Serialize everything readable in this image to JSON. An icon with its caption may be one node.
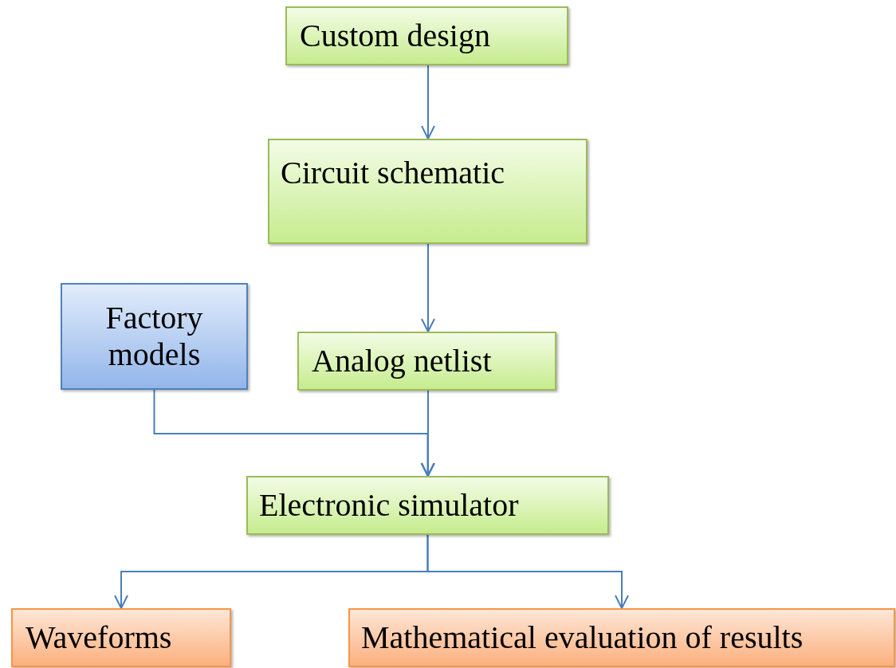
{
  "diagram": {
    "nodes": [
      {
        "text": [
          "Custom design"
        ]
      },
      {
        "text": [
          "Circuit schematic"
        ]
      },
      {
        "text": [
          "Factory models"
        ]
      },
      {
        "text": [
          "Analog netlist"
        ]
      },
      {
        "text": [
          "Electronic simulator"
        ]
      },
      {
        "text": [
          "Waveforms"
        ]
      },
      {
        "text": [
          "Mathematical evaluation of results"
        ]
      }
    ],
    "edges": [
      {
        "from": 0,
        "to": 1,
        "arrow": "to"
      },
      {
        "from": 1,
        "to": 3,
        "arrow": "to"
      },
      {
        "from": 3,
        "to": 4,
        "arrow": "to"
      },
      {
        "from": 2,
        "to": 4,
        "arrow": "to"
      },
      {
        "from": 4,
        "to": 5,
        "arrow": "to"
      },
      {
        "from": 4,
        "to": 6,
        "arrow": "to"
      }
    ]
  }
}
